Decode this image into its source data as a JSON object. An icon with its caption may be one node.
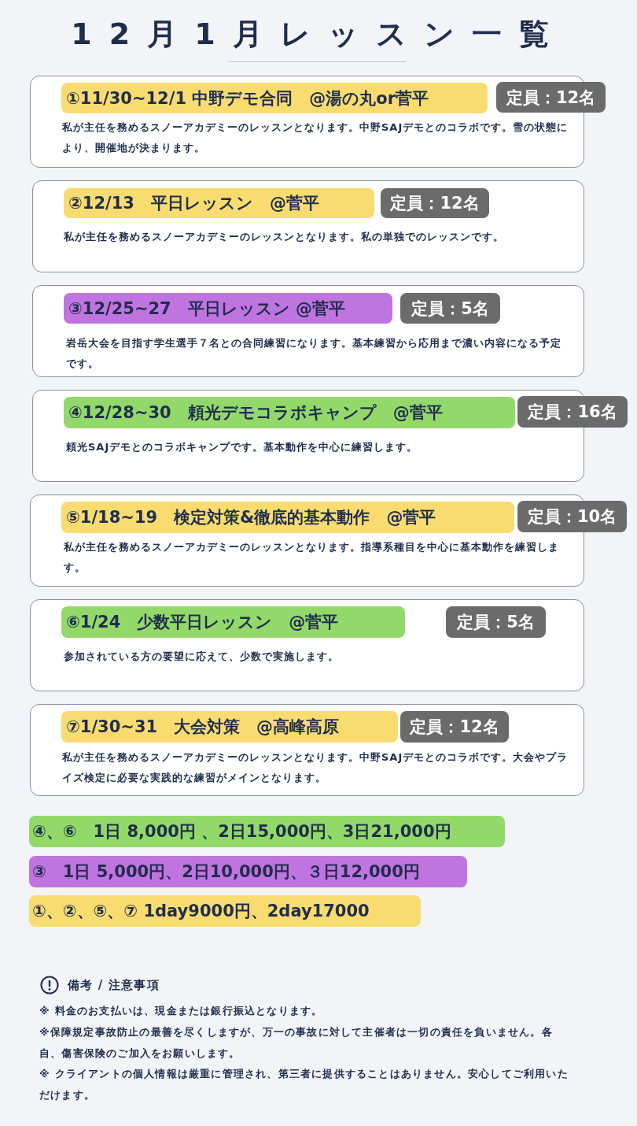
{
  "diagram": {
    "title": "12月1月レッスン一覧",
    "nodes": [
      {
        "text": [
          "私が主任を務めるスノーアカデミーのレッスンとなります。中野SAJデモとのコラボです。雪の状態により、開催地が決まります。"
        ]
      },
      {
        "text": [
          "①11/30~12/1 中野デモ合同　@湯の丸or菅平"
        ],
        "in": 0
      },
      {
        "text": [
          "定員：12名"
        ]
      },
      {
        "text": [
          "私が主任を務めるスノーアカデミーのレッスンとなります。私の単独でのレッスンです。"
        ]
      },
      {
        "text": [
          "②12/13　平日レッスン　@菅平"
        ],
        "in": 3
      },
      {
        "text": [
          "定員：12名"
        ],
        "in": 3
      },
      {
        "text": [
          "岩岳大会を目指す学生選手７名との合同練習になります。基本練習から応用まで濃い内容になる予定です。"
        ]
      },
      {
        "text": [
          "③12/25~27　平日レッスン @菅平"
        ],
        "in": 6
      },
      {
        "text": [
          "定員：5名"
        ],
        "in": 6
      },
      {
        "text": [
          "頼光SAJデモとのコラボキャンプです。基本動作を中心に練習します。"
        ]
      },
      {
        "text": [
          "④12/28~30　頼光デモコラボキャンプ　@菅平"
        ],
        "in": 9
      },
      {
        "text": [
          "定員：16名"
        ]
      },
      {
        "text": [
          "私が主任を務めるスノーアカデミーのレッスンとなります。指導系種目を中心に基本動作を練習します。"
        ]
      },
      {
        "text": [
          "⑤1/18~19　検定対策&徹底的基本動作　@菅平"
        ],
        "in": 12
      },
      {
        "text": [
          "定員：10名"
        ]
      },
      {
        "text": [
          "参加されている方の要望に応えて、少数で実施します。"
        ]
      },
      {
        "text": [
          "⑥1/24　少数平日レッスン　@菅平"
        ],
        "in": 15
      },
      {
        "text": [
          "定員：5名"
        ],
        "in": 15
      },
      {
        "text": [
          "私が主任を務めるスノーアカデミーのレッスンとなります。中野SAJデモとのコラボです。大会やプライズ検定に必要な実践的な練習がメインとなります。"
        ]
      },
      {
        "text": [
          "⑦1/30~31　大会対策　@高峰高原"
        ],
        "in": 18
      },
      {
        "text": [
          "定員：12名"
        ],
        "in": 18
      },
      {
        "text": [
          "④、⑥　1日 8,000円 、2日15,000円、3日21,000円"
        ]
      },
      {
        "text": [
          "③　1日 5,000円、2日10,000円、３日12,000円"
        ]
      },
      {
        "text": [
          "①、②、⑤、⑦ 1day9000円、2day17000"
        ]
      }
    ],
    "labels": [
      "備考 / 注意事項",
      "※ 料金のお支払いは、現金または銀行振込となります。",
      "※保障規定事故防止の最善を尽くしますが、万一の事故に対して主催者は一切の責任を負いません。各自、傷害保険のご加入をお願いします。",
      "※ クライアントの個人情報は厳重に管理され、第三者に提供することはありません。安心してご利用いただけます。"
    ]
  }
}
